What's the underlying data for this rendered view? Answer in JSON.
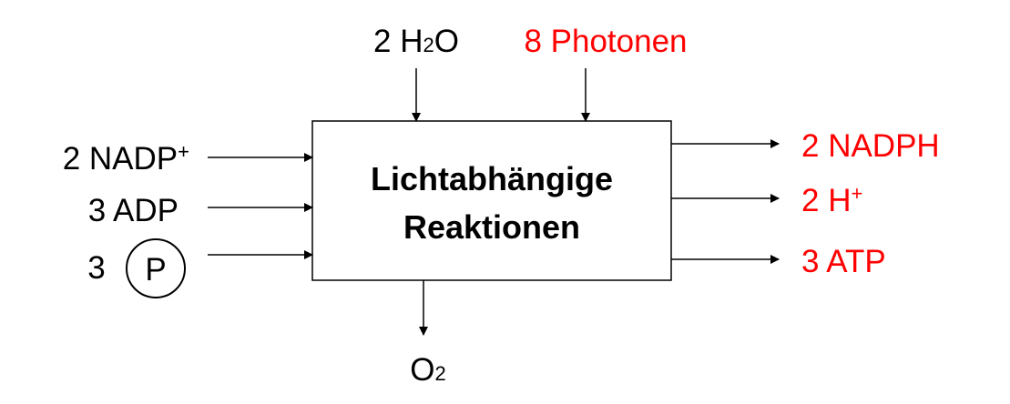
{
  "process": {
    "line1": "Lichtabhängige",
    "line2": "Reaktionen"
  },
  "inputs_top": {
    "water": {
      "coef": "2 H",
      "sub": "2",
      "tail": "O"
    },
    "photons": "8 Photonen"
  },
  "inputs_left": {
    "nadp": {
      "text": "2 NADP",
      "sup": "+"
    },
    "adp": "3 ADP",
    "phosphate": {
      "coef": "3",
      "symbol": "P"
    }
  },
  "outputs_right": {
    "nadph": "2 NADPH",
    "proton": {
      "text": "2 H",
      "sup": "+"
    },
    "atp": "3 ATP"
  },
  "output_bottom": {
    "text": "O",
    "sub": "2"
  },
  "colors": {
    "product": "#ff0000",
    "default": "#000000"
  }
}
